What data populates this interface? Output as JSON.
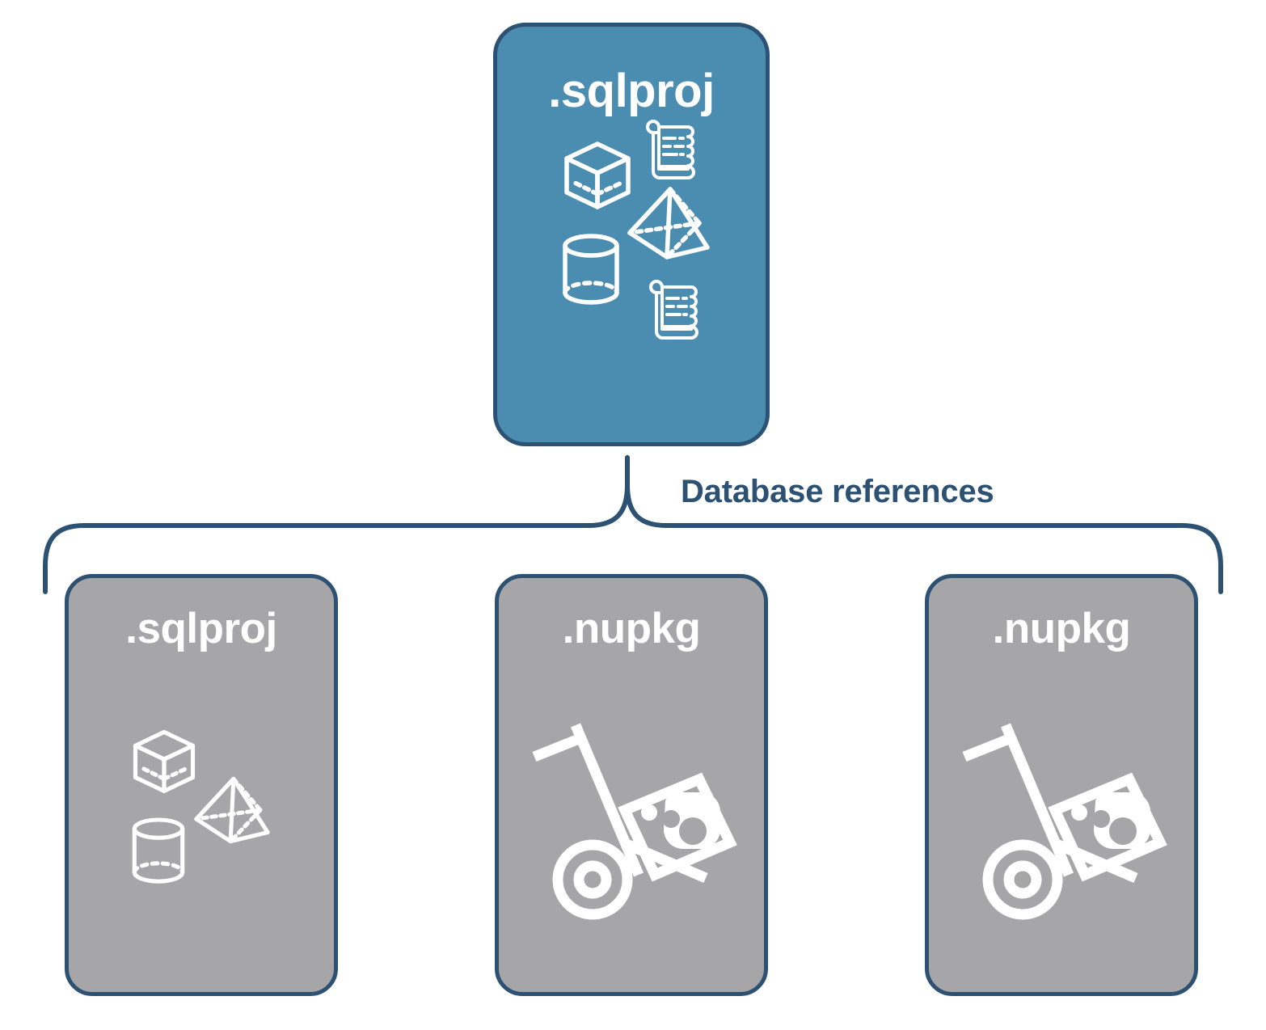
{
  "diagram": {
    "title": "Database references",
    "colors": {
      "parent_fill": "#4A8DB0",
      "child_fill": "#A6A6A8",
      "stroke": "#2C5173",
      "label_text": "#2C5173",
      "icon": "#FFFFFF",
      "background": "#FFFFFF"
    },
    "parent": {
      "label": ".sqlproj",
      "icons": [
        "cube-icon",
        "scroll-icon",
        "pyramid-icon",
        "cylinder-icon",
        "scroll-icon"
      ]
    },
    "connector": {
      "label": "Database references",
      "type": "curly-brace",
      "branches": 3
    },
    "children": [
      {
        "label": ".sqlproj",
        "kind": "sqlproj",
        "icons": [
          "cube-icon",
          "pyramid-icon",
          "cylinder-icon"
        ]
      },
      {
        "label": ".nupkg",
        "kind": "nupkg",
        "icons": [
          "hand-truck-package-icon"
        ]
      },
      {
        "label": ".nupkg",
        "kind": "nupkg",
        "icons": [
          "hand-truck-package-icon"
        ]
      }
    ]
  }
}
